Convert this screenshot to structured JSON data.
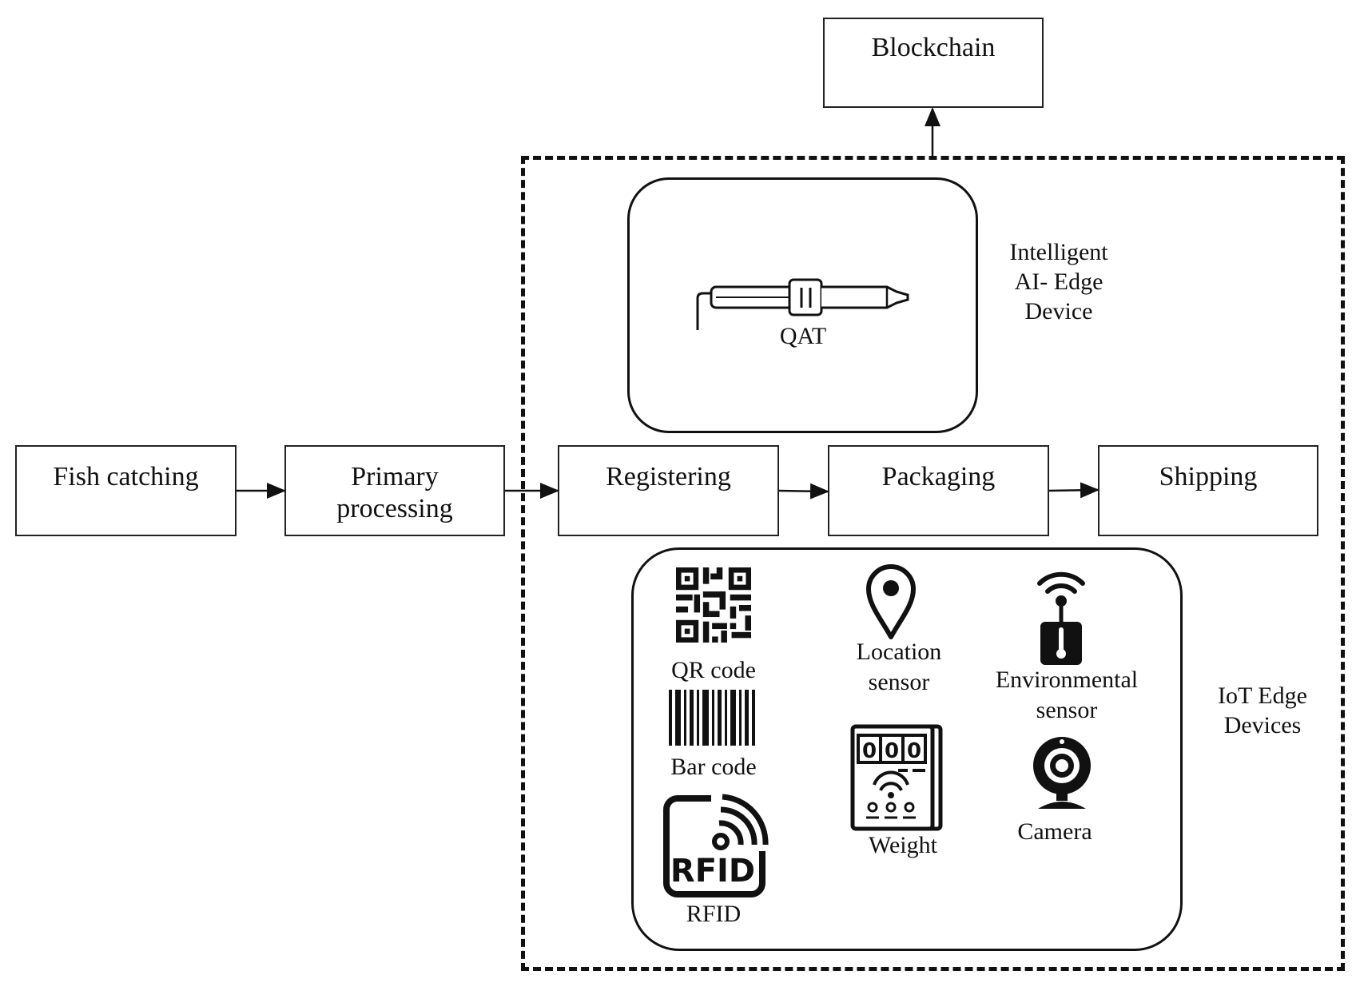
{
  "nodes": {
    "blockchain": "Blockchain",
    "fish_catching": "Fish catching",
    "primary_processing": [
      "Primary",
      "processing"
    ],
    "registering": "Registering",
    "packaging": "Packaging",
    "shipping": "Shipping"
  },
  "ai_edge": {
    "device_label": "QAT",
    "group_label": [
      "Intelligent",
      "AI- Edge",
      "Device"
    ]
  },
  "iot_edge": {
    "group_label": [
      "IoT Edge",
      "Devices"
    ],
    "devices": {
      "qr_code": "QR code",
      "bar_code": "Bar code",
      "rfid": "RFID",
      "rfid_tag_text": "RFID",
      "location": [
        "Location",
        "sensor"
      ],
      "weight": "Weight",
      "environmental": [
        "Environmental",
        "sensor"
      ],
      "camera": "Camera"
    },
    "icons": [
      "qr-code-icon",
      "barcode-icon",
      "rfid-icon",
      "location-pin-icon",
      "weight-scale-icon",
      "environmental-sensor-icon",
      "camera-icon",
      "probe-icon"
    ]
  },
  "colors": {
    "stroke": "#111111",
    "background": "#ffffff"
  }
}
